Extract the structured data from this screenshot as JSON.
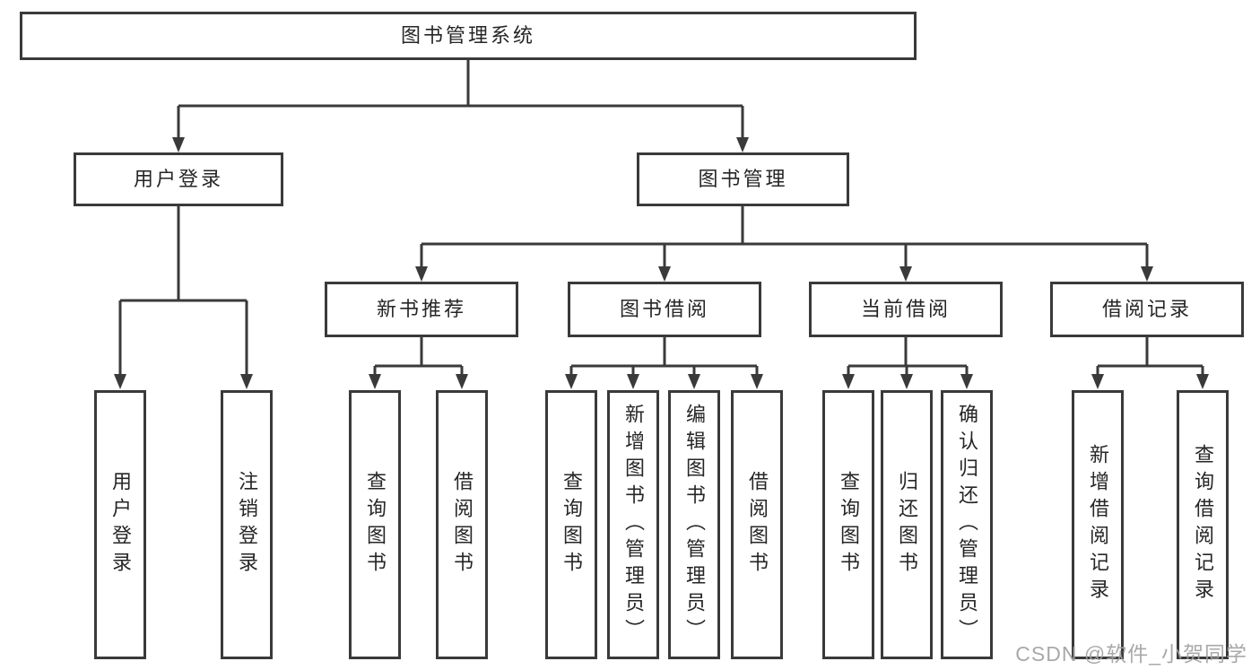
{
  "nodes": {
    "root": "图书管理系统",
    "user_login": "用户登录",
    "book_mgmt": "图书管理",
    "new_book_rec": "新书推荐",
    "book_borrow": "图书借阅",
    "current_borrow": "当前借阅",
    "borrow_records": "借阅记录",
    "ul_user_login": "用户登录",
    "ul_logout": "注销登录",
    "nbr_query_book": "查询图书",
    "nbr_borrow_book": "借阅图书",
    "bb_query_book": "查询图书",
    "bb_add_book": "新增图书（管理员）",
    "bb_edit_book": "编辑图书（管理员）",
    "bb_borrow_book": "借阅图书",
    "cb_query_book": "查询图书",
    "cb_return_book": "归还图书",
    "cb_confirm_return": "确认归还（管理员）",
    "br_add_record": "新增借阅记录",
    "br_query_record": "查询借阅记录"
  },
  "hierarchy": {
    "图书管理系统": {
      "用户登录": [
        "用户登录",
        "注销登录"
      ],
      "图书管理": {
        "新书推荐": [
          "查询图书",
          "借阅图书"
        ],
        "图书借阅": [
          "查询图书",
          "新增图书（管理员）",
          "编辑图书（管理员）",
          "借阅图书"
        ],
        "当前借阅": [
          "查询图书",
          "归还图书",
          "确认归还（管理员）"
        ],
        "借阅记录": [
          "新增借阅记录",
          "查询借阅记录"
        ]
      }
    }
  },
  "watermark": "CSDN @软件_小贺同学",
  "colors": {
    "line": "#3a3a3a",
    "box_border": "#3a3a3a",
    "text": "#262626",
    "background": "#ffffff",
    "watermark": "#a0a0a0"
  }
}
